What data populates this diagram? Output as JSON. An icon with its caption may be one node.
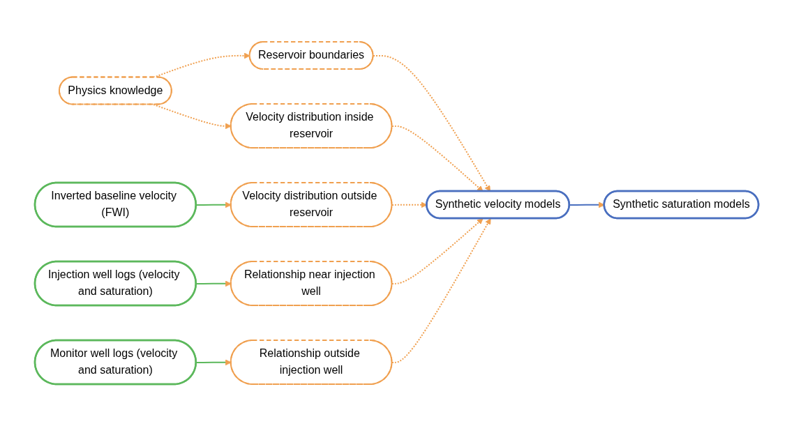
{
  "diagram": {
    "nodes": [
      {
        "text": [
          "Physics knowledge"
        ]
      },
      {
        "text": [
          "Reservoir boundaries"
        ]
      },
      {
        "text": [
          "Velocity distribution inside reservoir"
        ]
      },
      {
        "text": [
          "Inverted baseline velocity (FWI)"
        ]
      },
      {
        "text": [
          "Velocity distribution outside reservoir"
        ]
      },
      {
        "text": [
          "Injection well logs (velocity and saturation)"
        ]
      },
      {
        "text": [
          "Relationship near injection well"
        ]
      },
      {
        "text": [
          "Synthetic velocity models"
        ]
      },
      {
        "text": [
          "Monitor well logs (velocity and saturation)"
        ]
      },
      {
        "text": [
          "Relationship outside injection well"
        ]
      },
      {
        "text": [
          "Synthetic saturation models"
        ]
      }
    ],
    "edges": [
      {
        "from": 0,
        "to": 1,
        "arrow": "to",
        "style": "dashed"
      },
      {
        "from": 0,
        "to": 2,
        "arrow": "to",
        "style": "dashed"
      },
      {
        "from": 1,
        "to": 7,
        "arrow": "to",
        "style": "dashed"
      },
      {
        "from": 2,
        "to": 7,
        "arrow": "to",
        "style": "dashed"
      },
      {
        "from": 3,
        "to": 4,
        "arrow": "to",
        "color": "#5cb85c"
      },
      {
        "from": 4,
        "to": 7,
        "arrow": "to",
        "style": "dashed"
      },
      {
        "from": 5,
        "to": 6,
        "arrow": "to",
        "color": "#5cb85c"
      },
      {
        "from": 6,
        "to": 7,
        "arrow": "to",
        "style": "dashed"
      },
      {
        "from": 8,
        "to": 9,
        "arrow": "to",
        "color": "#5cb85c"
      },
      {
        "from": 9,
        "to": 7,
        "arrow": "to",
        "style": "dashed"
      },
      {
        "from": 7,
        "to": 10,
        "arrow": "to",
        "color": "#4a6fbf"
      }
    ]
  }
}
